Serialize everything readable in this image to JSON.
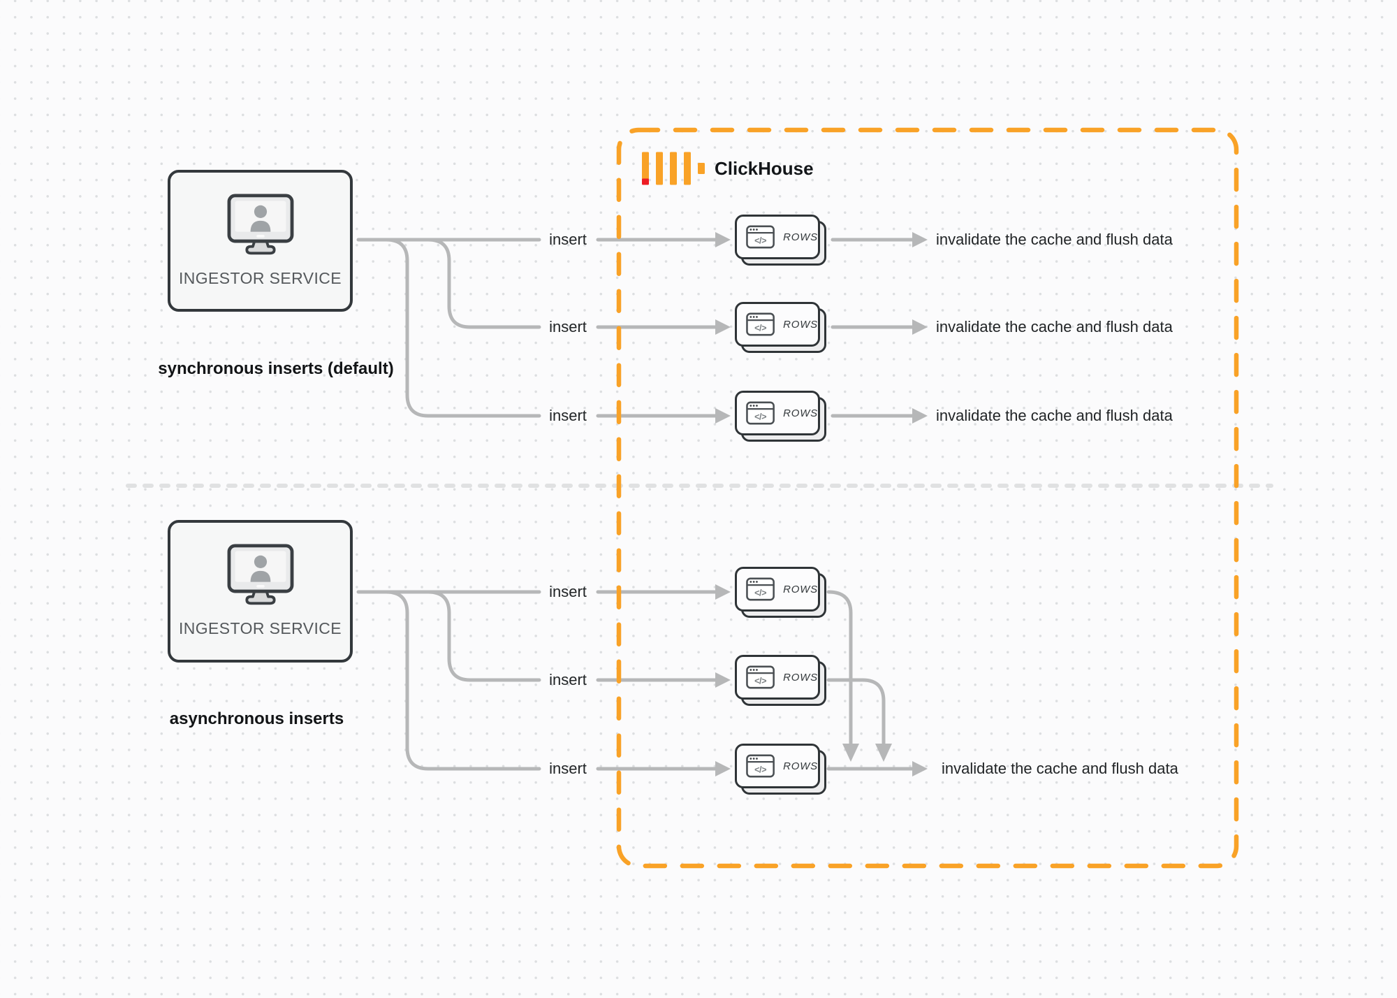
{
  "colors": {
    "accent_orange": "#F9A227",
    "accent_red": "#ED1C24",
    "connector_gray": "#B6B7B8",
    "box_border": "#33383C",
    "divider_gray": "#E0E1E2",
    "text_dark": "#212426"
  },
  "icons": {
    "source": "monitor-user-icon",
    "table": "browser-window-icon",
    "brand": "clickhouse-bars-icon"
  },
  "clickhouse": {
    "label": "ClickHouse"
  },
  "rows_card": {
    "code_glyph": "</>"
  },
  "sections": [
    {
      "id": "synchronous",
      "source_label": "INGESTOR SERVICE",
      "caption": "synchronous inserts (default)",
      "rows": [
        {
          "insert_label": "insert",
          "card_label": "ROWS",
          "result_label": "invalidate the cache and flush data"
        },
        {
          "insert_label": "insert",
          "card_label": "ROWS",
          "result_label": "invalidate the cache and flush data"
        },
        {
          "insert_label": "insert",
          "card_label": "ROWS",
          "result_label": "invalidate the cache and flush data"
        }
      ]
    },
    {
      "id": "asynchronous",
      "source_label": "INGESTOR SERVICE",
      "caption": "asynchronous inserts",
      "rows": [
        {
          "insert_label": "insert",
          "card_label": "ROWS"
        },
        {
          "insert_label": "insert",
          "card_label": "ROWS"
        },
        {
          "insert_label": "insert",
          "card_label": "ROWS"
        }
      ],
      "merged_result_label": "invalidate the cache and flush data"
    }
  ]
}
